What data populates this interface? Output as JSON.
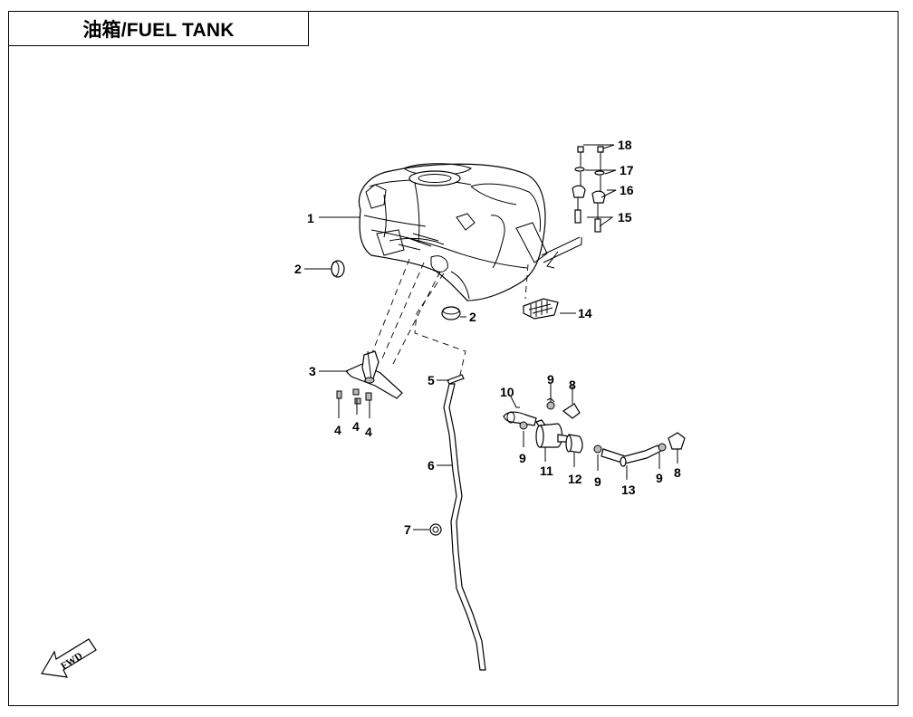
{
  "title": "油箱/FUEL TANK",
  "fwd_label": "FWD",
  "callouts": [
    "1",
    "2",
    "2",
    "3",
    "4",
    "4",
    "4",
    "5",
    "6",
    "7",
    "8",
    "8",
    "9",
    "9",
    "9",
    "9",
    "10",
    "11",
    "12",
    "13",
    "14",
    "15",
    "16",
    "17",
    "18"
  ]
}
